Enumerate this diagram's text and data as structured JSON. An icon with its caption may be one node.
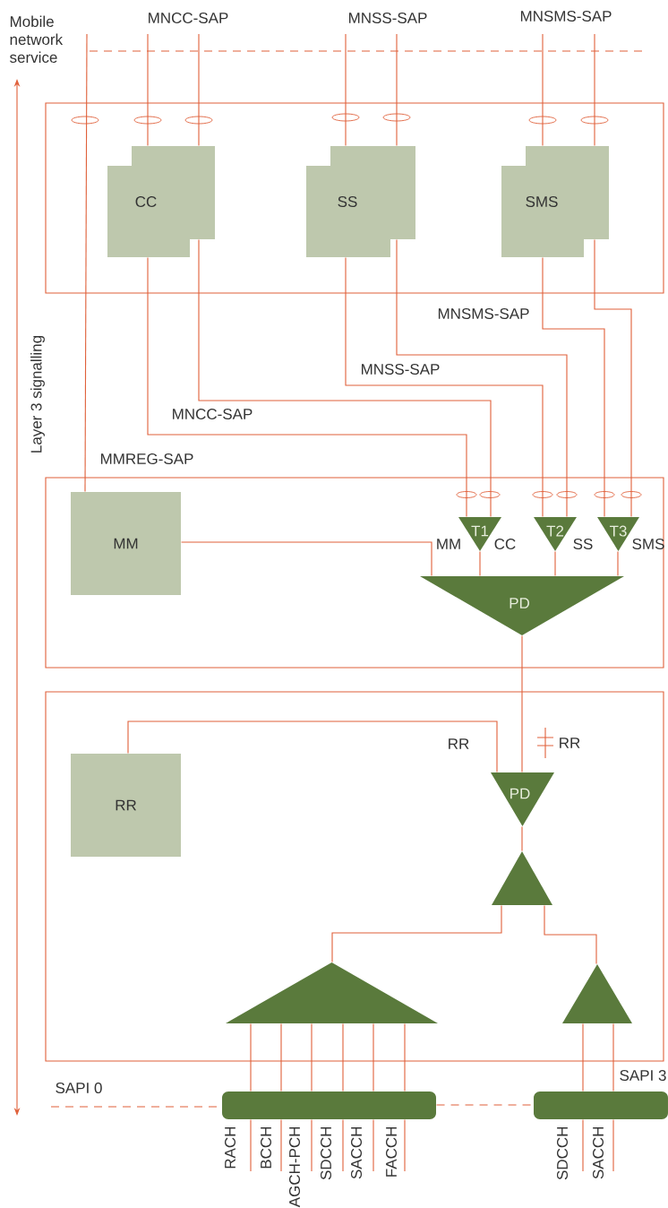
{
  "diagram": {
    "nodes": [
      {
        "text": [],
        "shape": "box"
      },
      {
        "text": [
          "CC"
        ],
        "in": 0
      },
      {
        "text": [
          "SS"
        ],
        "in": 0
      },
      {
        "text": [
          "SMS"
        ],
        "in": 0
      },
      {
        "text": [],
        "shape": "box"
      },
      {
        "text": [
          "MM"
        ],
        "in": 4
      },
      {
        "text": [
          "T1"
        ],
        "in": 4
      },
      {
        "text": [
          "T2"
        ],
        "in": 4
      },
      {
        "text": [
          "T3"
        ],
        "in": 4
      },
      {
        "text": [
          "PD"
        ],
        "in": 4
      },
      {
        "text": [],
        "shape": "box"
      },
      {
        "text": [
          "RR"
        ],
        "in": 10
      },
      {
        "text": [
          "PD"
        ],
        "in": 10
      },
      {
        "text": [],
        "shape": "triangle",
        "in": 10
      },
      {
        "text": [],
        "shape": "triangle",
        "in": 10
      },
      {
        "text": [],
        "shape": "triangle",
        "in": 10
      },
      {
        "text": [],
        "shape": "bar"
      },
      {
        "text": [],
        "shape": "bar"
      },
      {
        "text": [
          "RACH"
        ]
      },
      {
        "text": [
          "BCCH"
        ]
      },
      {
        "text": [
          "AGCH-PCH"
        ]
      },
      {
        "text": [
          "SDCCH"
        ]
      },
      {
        "text": [
          "SACCH"
        ]
      },
      {
        "text": [
          "FACCH"
        ]
      },
      {
        "text": [
          "SDCCH"
        ]
      },
      {
        "text": [
          "SACCH"
        ]
      }
    ],
    "edges": [
      {
        "from": null,
        "to": 5,
        "arrow": "none"
      },
      {
        "from": null,
        "to": 1,
        "arrow": "none"
      },
      {
        "from": null,
        "to": 1,
        "arrow": "none"
      },
      {
        "from": null,
        "to": 2,
        "arrow": "none"
      },
      {
        "from": null,
        "to": 2,
        "arrow": "none"
      },
      {
        "from": null,
        "to": 3,
        "arrow": "none"
      },
      {
        "from": null,
        "to": 3,
        "arrow": "none"
      },
      {
        "from": 1,
        "to": 6,
        "arrow": "none"
      },
      {
        "from": 1,
        "to": 6,
        "arrow": "none"
      },
      {
        "from": 2,
        "to": 7,
        "arrow": "none"
      },
      {
        "from": 2,
        "to": 7,
        "arrow": "none"
      },
      {
        "from": 3,
        "to": 8,
        "arrow": "none"
      },
      {
        "from": 3,
        "to": 8,
        "arrow": "none"
      },
      {
        "from": 5,
        "to": 9,
        "arrow": "none"
      },
      {
        "from": 6,
        "to": 9,
        "arrow": "none"
      },
      {
        "from": 7,
        "to": 9,
        "arrow": "none"
      },
      {
        "from": 8,
        "to": 9,
        "arrow": "none"
      },
      {
        "from": 9,
        "to": 12,
        "arrow": "none"
      },
      {
        "from": 11,
        "to": 12,
        "arrow": "none"
      },
      {
        "from": 12,
        "to": 13,
        "arrow": "none"
      },
      {
        "from": 13,
        "to": 14,
        "arrow": "none"
      },
      {
        "from": 13,
        "to": 15,
        "arrow": "none"
      },
      {
        "from": 14,
        "to": 16,
        "arrow": "none"
      },
      {
        "from": 14,
        "to": 16,
        "arrow": "none"
      },
      {
        "from": 14,
        "to": 16,
        "arrow": "none"
      },
      {
        "from": 14,
        "to": 16,
        "arrow": "none"
      },
      {
        "from": 14,
        "to": 16,
        "arrow": "none"
      },
      {
        "from": 14,
        "to": 16,
        "arrow": "none"
      },
      {
        "from": 15,
        "to": 17,
        "arrow": "none"
      },
      {
        "from": 15,
        "to": 17,
        "arrow": "none"
      },
      {
        "from": 16,
        "to": 18,
        "arrow": "none"
      },
      {
        "from": 16,
        "to": 19,
        "arrow": "none"
      },
      {
        "from": 16,
        "to": 20,
        "arrow": "none"
      },
      {
        "from": 16,
        "to": 21,
        "arrow": "none"
      },
      {
        "from": 16,
        "to": 22,
        "arrow": "none"
      },
      {
        "from": 16,
        "to": 23,
        "arrow": "none"
      },
      {
        "from": 17,
        "to": 24,
        "arrow": "none"
      },
      {
        "from": 17,
        "to": 25,
        "arrow": "none"
      },
      {
        "from": null,
        "to": 16,
        "arrow": "none",
        "style": "dashed"
      },
      {
        "from": 16,
        "to": 17,
        "arrow": "none",
        "style": "dashed"
      }
    ],
    "labels": [
      "Mobile network service",
      "MNCC-SAP",
      "MNSS-SAP",
      "MNSMS-SAP",
      "Layer 3 signalling",
      "MNSMS-SAP",
      "MNSS-SAP",
      "MNCC-SAP",
      "MMREG-SAP",
      "MM",
      "CC",
      "SS",
      "SMS",
      "RR",
      "RR",
      "SAPI 0",
      "SAPI 3"
    ]
  }
}
